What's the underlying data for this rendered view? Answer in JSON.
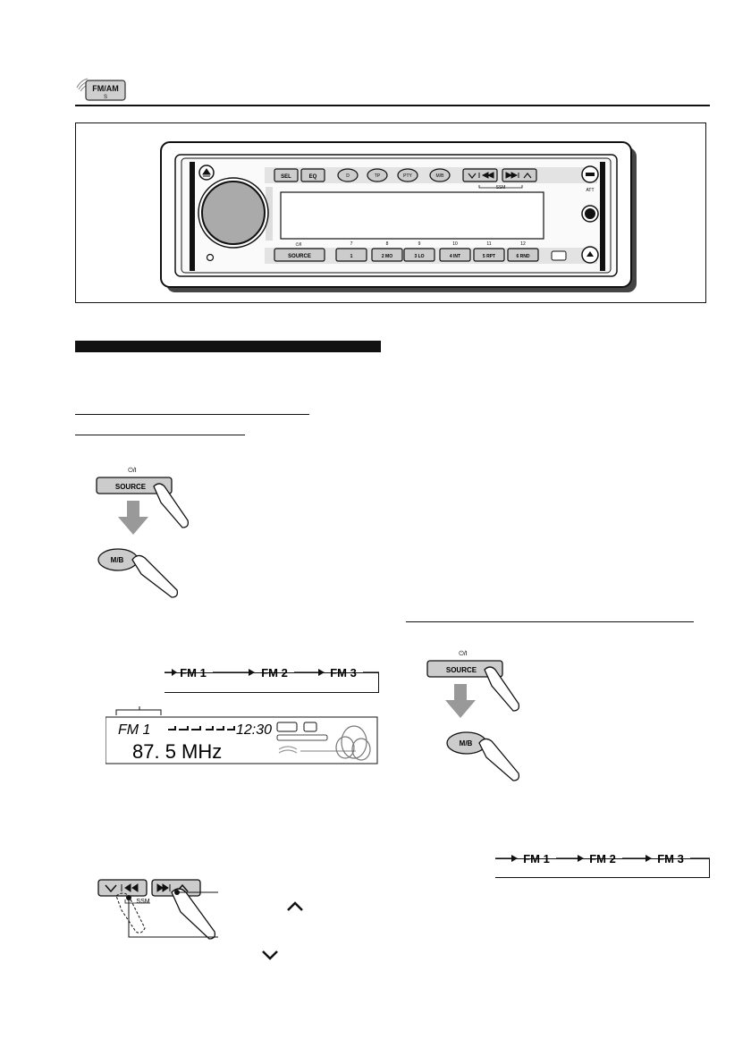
{
  "header": {
    "logo_text": "FM/AM",
    "logo_sub": "S"
  },
  "panel": {
    "buttons_top": [
      "SEL",
      "EQ",
      "D",
      "TP",
      "PTY",
      "M/B"
    ],
    "ssm_label": "SSM",
    "att_label": "ATT",
    "source_label": "SOURCE",
    "power_label": "⏻/I",
    "presets_top_numbers": [
      "7",
      "8",
      "9",
      "10",
      "11",
      "12"
    ],
    "presets": [
      "1",
      "2  MO",
      "3  LO",
      "4  INT",
      "5  RPT",
      "6  RND"
    ]
  },
  "step_left": {
    "source_label": "SOURCE",
    "power_label": "⏻/I",
    "mb_label": "M/B"
  },
  "band_chain_left": [
    "FM 1",
    "FM 2",
    "FM 3"
  ],
  "display": {
    "band": "FM  1",
    "clock": "12:30",
    "frequency": "87. 5  MHz"
  },
  "seek": {
    "ssm_label": "SSM"
  },
  "step_right": {
    "source_label": "SOURCE",
    "power_label": "⏻/I",
    "mb_label": "M/B"
  },
  "band_chain_right": [
    "FM 1",
    "FM 2",
    "FM 3"
  ]
}
